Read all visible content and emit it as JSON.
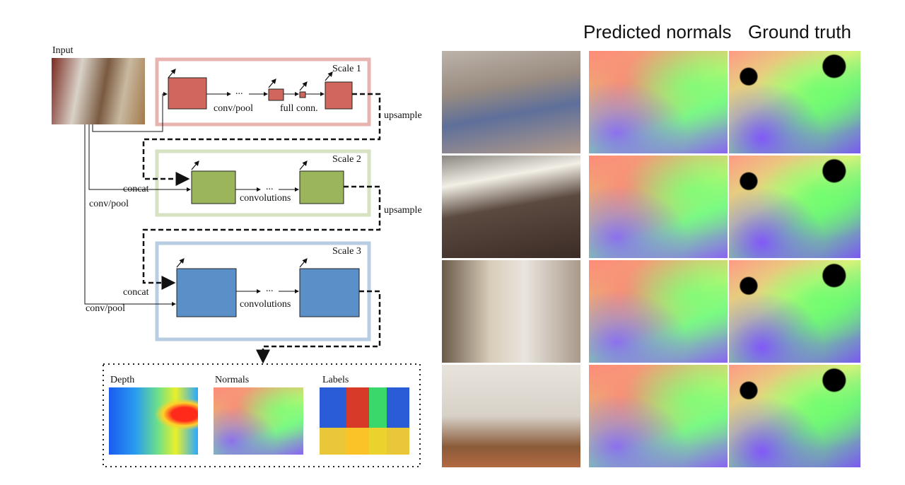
{
  "diagram": {
    "input_label": "Input",
    "scales": [
      {
        "label": "Scale 1",
        "color": "#d0665c",
        "frame_color": "#e8b4b0",
        "captions": [
          "conv/pool",
          "full conn."
        ]
      },
      {
        "label": "Scale 2",
        "color": "#9ab55a",
        "frame_color": "#d6e2c2",
        "captions": [
          "convolutions"
        ]
      },
      {
        "label": "Scale 3",
        "color": "#5a8fc8",
        "frame_color": "#b8cce2",
        "captions": [
          "convolutions"
        ]
      }
    ],
    "ellipsis": "...",
    "upsample_label": "upsample",
    "concat_label": "concat",
    "convpool_label": "conv/pool",
    "outputs": [
      {
        "label": "Depth"
      },
      {
        "label": "Normals"
      },
      {
        "label": "Labels"
      }
    ]
  },
  "results": {
    "headers": [
      "Predicted normals",
      "Ground truth"
    ]
  }
}
